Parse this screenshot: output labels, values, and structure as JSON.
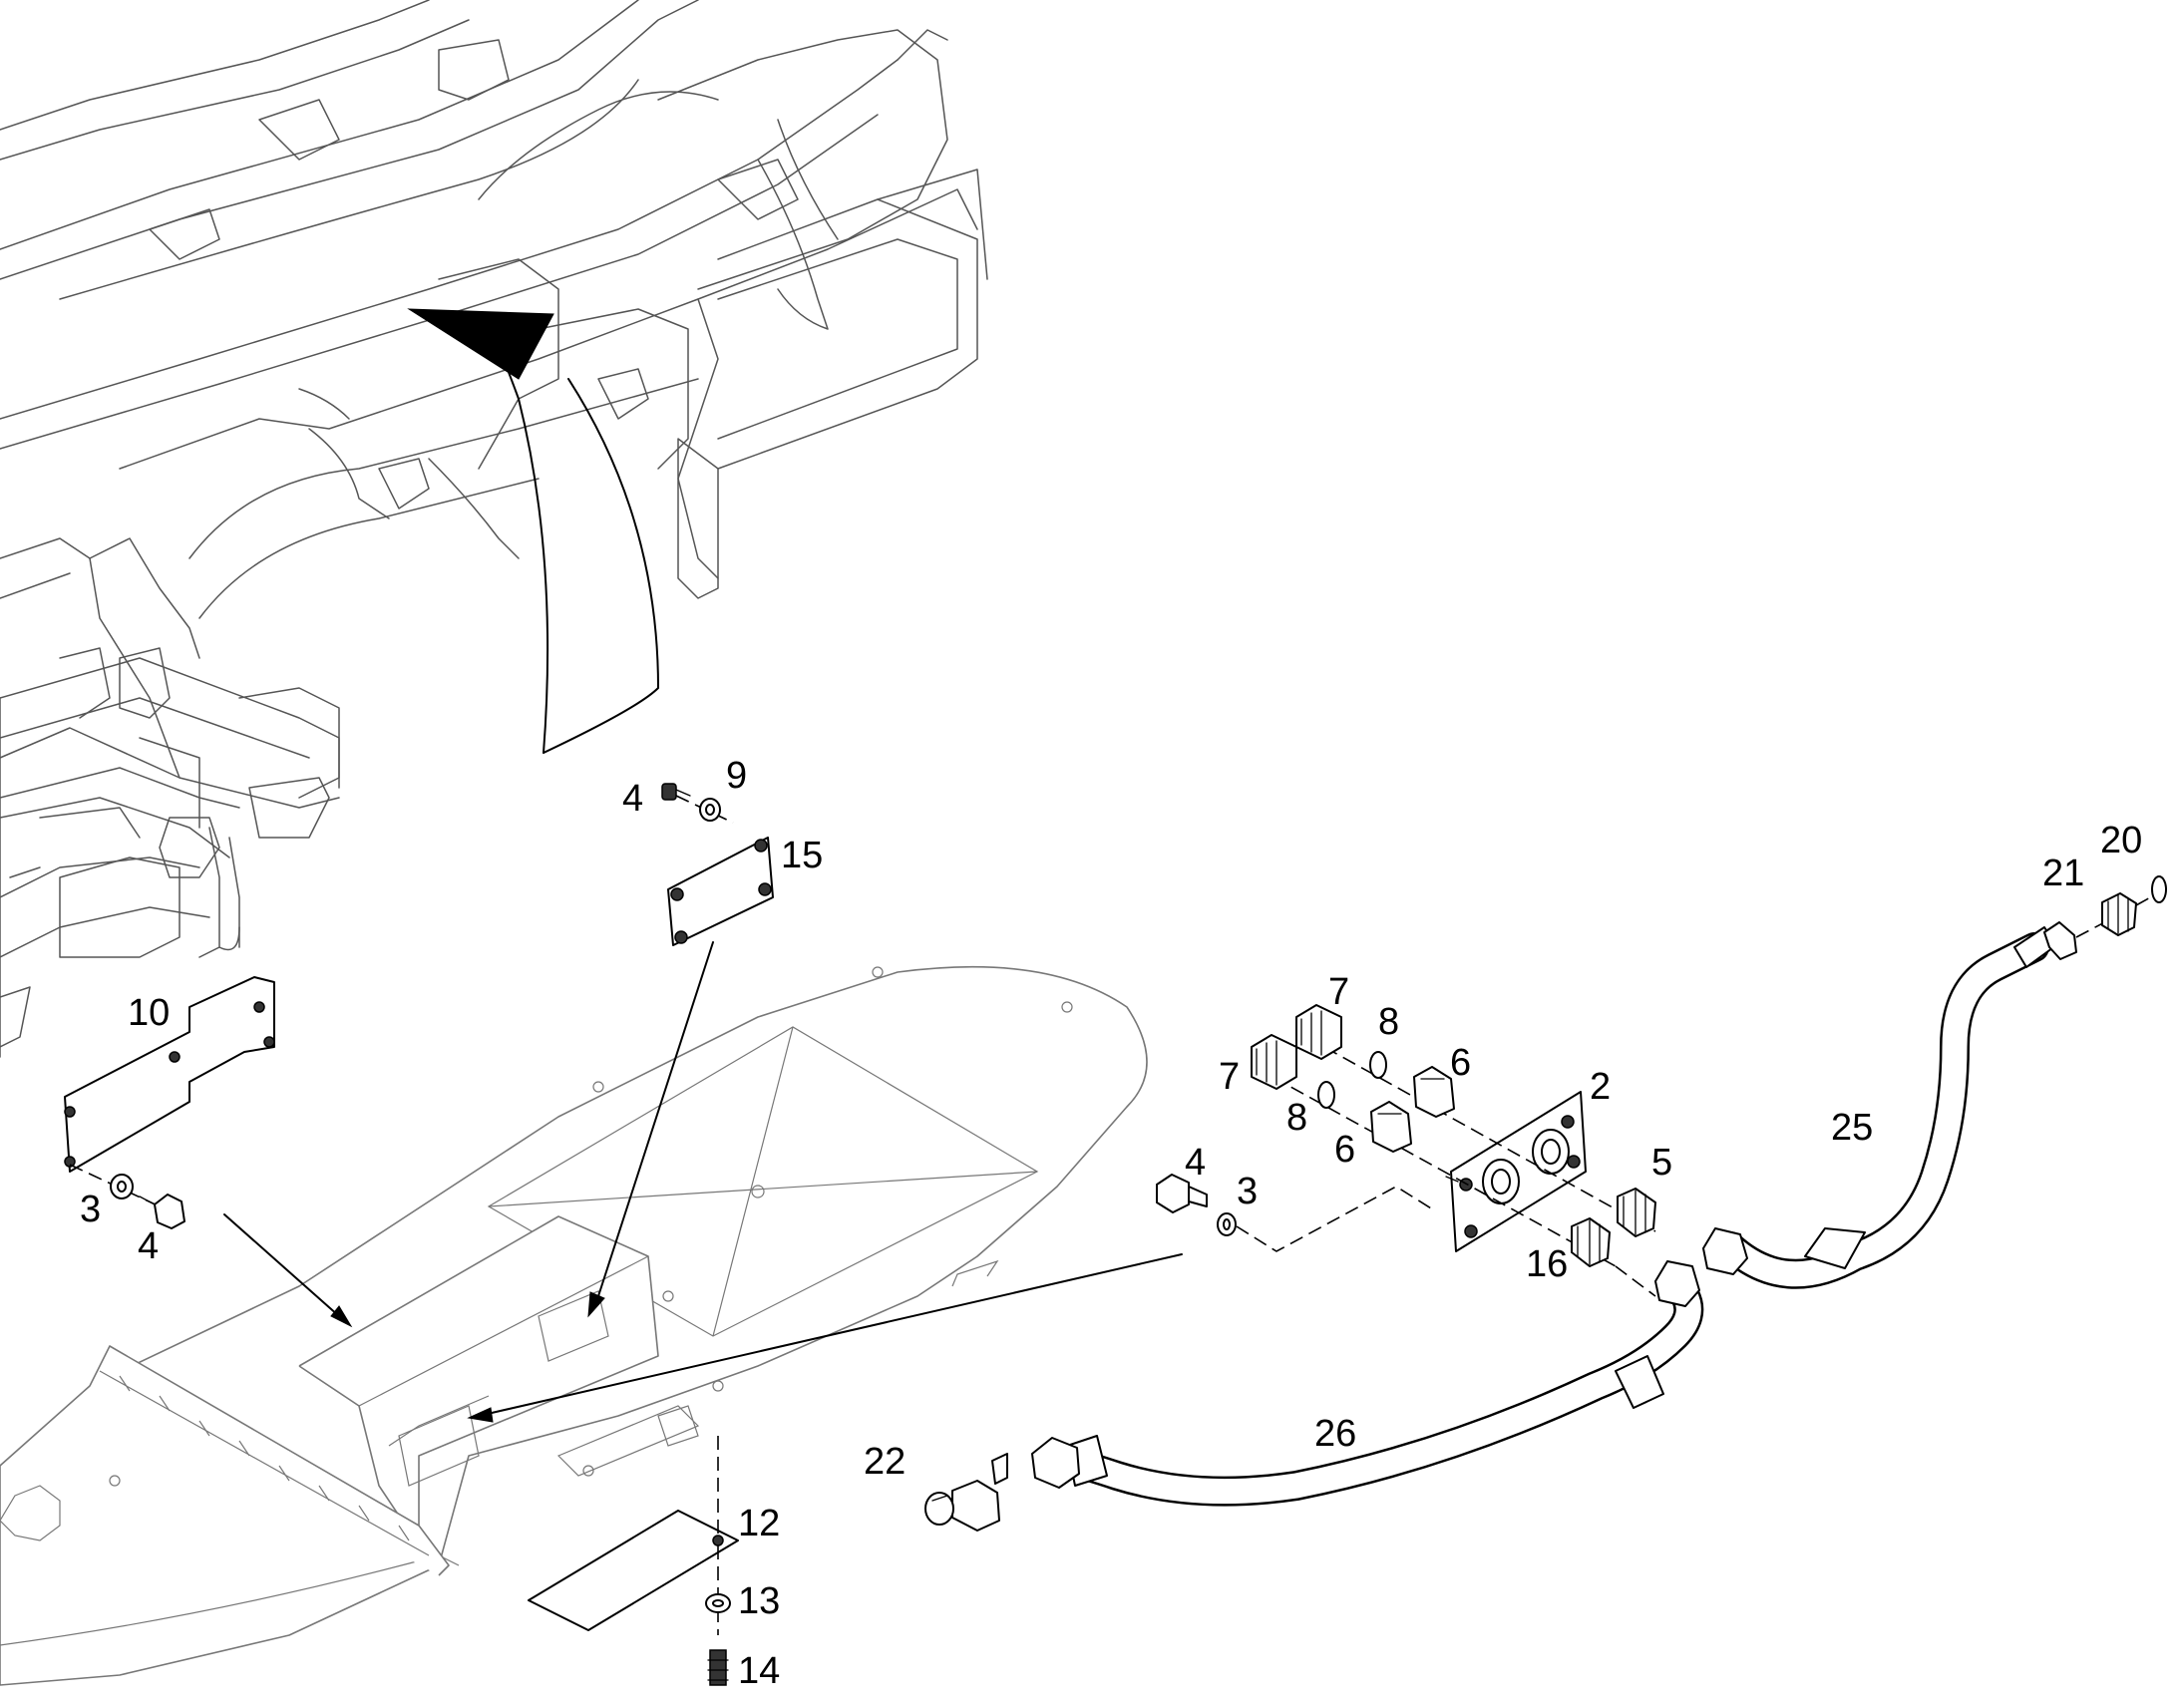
{
  "callouts": [
    {
      "id": "c4a",
      "text": "4"
    },
    {
      "id": "c9",
      "text": "9"
    },
    {
      "id": "c15",
      "text": "15"
    },
    {
      "id": "c10",
      "text": "10"
    },
    {
      "id": "c3a",
      "text": "3"
    },
    {
      "id": "c4b",
      "text": "4"
    },
    {
      "id": "c7a",
      "text": "7"
    },
    {
      "id": "c8a",
      "text": "8"
    },
    {
      "id": "c7b",
      "text": "7"
    },
    {
      "id": "c6a",
      "text": "6"
    },
    {
      "id": "c8b",
      "text": "8"
    },
    {
      "id": "c6b",
      "text": "6"
    },
    {
      "id": "c2",
      "text": "2"
    },
    {
      "id": "c4c",
      "text": "4"
    },
    {
      "id": "c3b",
      "text": "3"
    },
    {
      "id": "c5",
      "text": "5"
    },
    {
      "id": "c16",
      "text": "16"
    },
    {
      "id": "c21",
      "text": "21"
    },
    {
      "id": "c20",
      "text": "20"
    },
    {
      "id": "c25",
      "text": "25"
    },
    {
      "id": "c26",
      "text": "26"
    },
    {
      "id": "c22",
      "text": "22"
    },
    {
      "id": "c12",
      "text": "12"
    },
    {
      "id": "c13",
      "text": "13"
    },
    {
      "id": "c14",
      "text": "14"
    }
  ],
  "colors": {
    "ink": "#000000",
    "frame": "#555555",
    "paper": "#ffffff"
  }
}
